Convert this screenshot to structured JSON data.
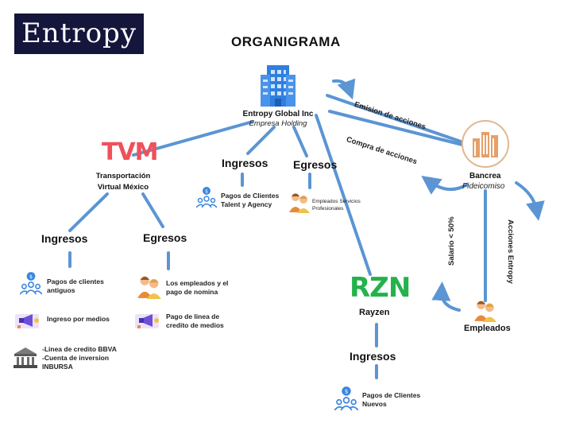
{
  "logo": {
    "text": "Entropy"
  },
  "title": "ORGANIGRAMA",
  "holding": {
    "name": "Entropy Global Inc",
    "subtitle": "Empresa Holding"
  },
  "holding_branches": {
    "ingresos": {
      "label": "Ingresos",
      "item": [
        "Pagos de Clientes",
        "Talent y Agency"
      ]
    },
    "egresos": {
      "label": "Egresos",
      "item": [
        "Empleados Servicios",
        "Profesionales"
      ]
    }
  },
  "tvm": {
    "logo": "TVM",
    "name": [
      "Transportación",
      "Virtual México"
    ],
    "ingresos": {
      "label": "Ingresos",
      "items": [
        {
          "icon": "users-icon",
          "lines": [
            "Pagos de clientes",
            "antiguos"
          ]
        },
        {
          "icon": "megaphone-icon",
          "lines": [
            "Ingreso por medios"
          ]
        },
        {
          "icon": "bank-icon",
          "lines": [
            "-Linea de credito BBVA",
            "-Cuenta de inversion",
            "INBURSA"
          ]
        }
      ]
    },
    "egresos": {
      "label": "Egresos",
      "items": [
        {
          "icon": "employees-icon",
          "lines": [
            "Los empleados y el",
            "pago de nomina"
          ]
        },
        {
          "icon": "megaphone-icon",
          "lines": [
            "Pago de linea de",
            "credito de medios"
          ]
        }
      ]
    }
  },
  "rzn": {
    "logo": "RZN",
    "name": "Rayzen",
    "ingresos": {
      "label": "Ingresos",
      "item": [
        "Pagos de Clientes",
        "Nuevos"
      ]
    }
  },
  "bancrea": {
    "name": "Bancrea",
    "subtitle": "Fideicomiso"
  },
  "edges": {
    "emision": "Emision de acciones",
    "compra": "Compra de acciones",
    "salario": "Salario < 50%",
    "acciones": "Acciones Entropy"
  },
  "empleados": "Empleados",
  "colors": {
    "line": "#5b95d3",
    "tvm": "#f0505a",
    "rzn": "#23b24b",
    "logo_bg": "#15163b"
  }
}
